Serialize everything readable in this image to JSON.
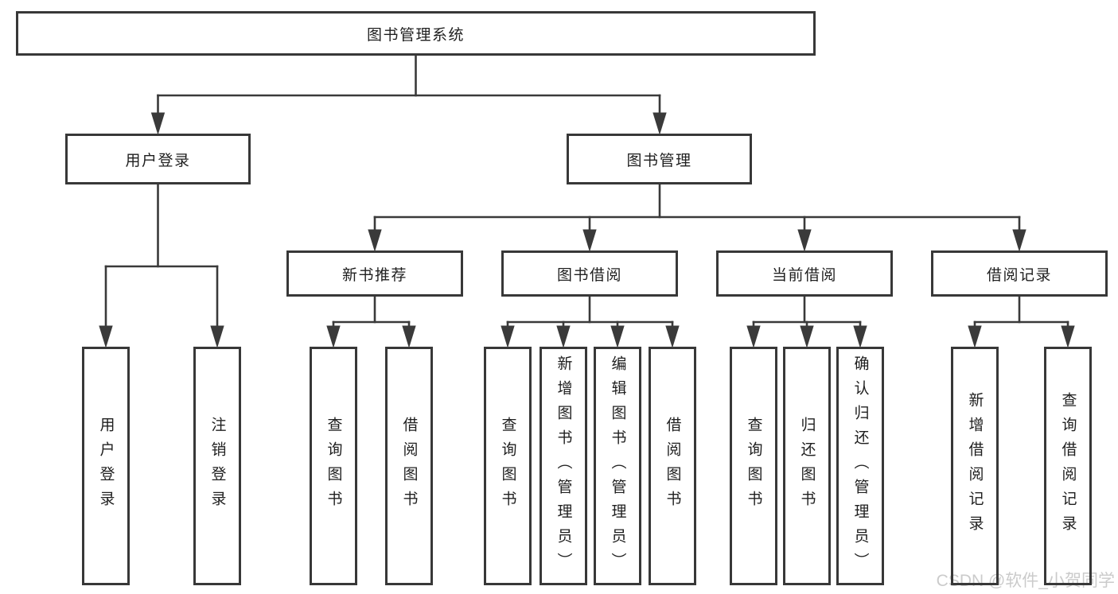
{
  "tree": {
    "label": "图书管理系统",
    "children": [
      {
        "label": "用户登录",
        "children": [
          {
            "label": "用户登录"
          },
          {
            "label": "注销登录"
          }
        ]
      },
      {
        "label": "图书管理",
        "children": [
          {
            "label": "新书推荐",
            "children": [
              {
                "label": "查询图书"
              },
              {
                "label": "借阅图书"
              }
            ]
          },
          {
            "label": "图书借阅",
            "children": [
              {
                "label": "查询图书"
              },
              {
                "label": "新增图书（管理员）"
              },
              {
                "label": "编辑图书（管理员）"
              },
              {
                "label": "借阅图书"
              }
            ]
          },
          {
            "label": "当前借阅",
            "children": [
              {
                "label": "查询图书"
              },
              {
                "label": "归还图书"
              },
              {
                "label": "确认归还（管理员）"
              }
            ]
          },
          {
            "label": "借阅记录",
            "children": [
              {
                "label": "新增借阅记录"
              },
              {
                "label": "查询借阅记录"
              }
            ]
          }
        ]
      }
    ]
  },
  "watermark": "CSDN @软件_小贺同学",
  "colors": {
    "line": "#3a3a3a",
    "border": "#383838",
    "text": "#1f1f1f",
    "watermark": "#cbcbcb",
    "background": "#ffffff"
  }
}
